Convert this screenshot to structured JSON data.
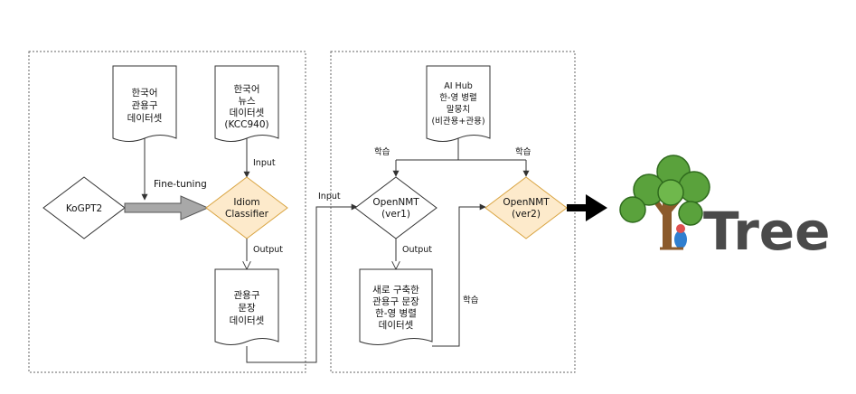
{
  "diagram": {
    "left_panel": {
      "doc_idiom_dataset": [
        "한국어",
        "관용구",
        "데이터셋"
      ],
      "doc_news_dataset": [
        "한국어",
        "뉴스",
        "데이터셋",
        "(KCC940)"
      ],
      "kogpt2": "KoGPT2",
      "finetune_label": "Fine-tuning",
      "classifier": [
        "Idiom",
        "Classifier"
      ],
      "input_label": "Input",
      "output_label": "Output",
      "doc_sentence_dataset": [
        "관용구",
        "문장",
        "데이터셋"
      ]
    },
    "right_panel": {
      "doc_aihub": [
        "AI Hub",
        "한-영 병렬",
        "말뭉치",
        "(비관용+관용)"
      ],
      "learn_left": "학습",
      "learn_right": "학습",
      "input_label": "Input",
      "nmt_v1": [
        "OpenNMT",
        "(ver1)"
      ],
      "nmt_v2": [
        "OpenNMT",
        "(ver2)"
      ],
      "output_label": "Output",
      "doc_new_corpus": [
        "새로 구축한",
        "관용구 문장",
        "한-영 병렬",
        "데이터셋"
      ],
      "learn_bottom": "학습"
    },
    "logo": {
      "text": "Tree"
    }
  },
  "colors": {
    "diamond_fill": "#fdeacb",
    "diamond_stroke": "#d9a441",
    "line": "#333333",
    "tree_text": "#4a4a4a",
    "leaf": "#5aa23c",
    "trunk": "#8b5a2b"
  }
}
